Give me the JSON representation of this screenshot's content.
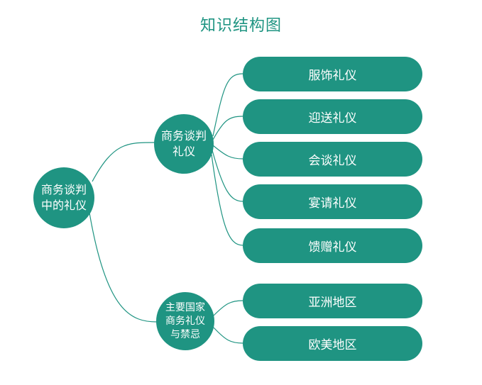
{
  "title": "知识结构图",
  "colors": {
    "node_fill": "#1f9482",
    "title_text": "#1f9482",
    "connector": "#1f9482",
    "node_text": "#ffffff"
  },
  "root": {
    "lines": [
      "商务谈判",
      "中的礼仪"
    ]
  },
  "branch_1": {
    "lines": [
      "商务谈判",
      "礼仪"
    ],
    "children": [
      "服饰礼仪",
      "迎送礼仪",
      "会谈礼仪",
      "宴请礼仪",
      "馈赠礼仪"
    ]
  },
  "branch_2": {
    "lines": [
      "主要国家",
      "商务礼仪",
      "与禁忌"
    ],
    "children": [
      "亚洲地区",
      "欧美地区"
    ]
  }
}
